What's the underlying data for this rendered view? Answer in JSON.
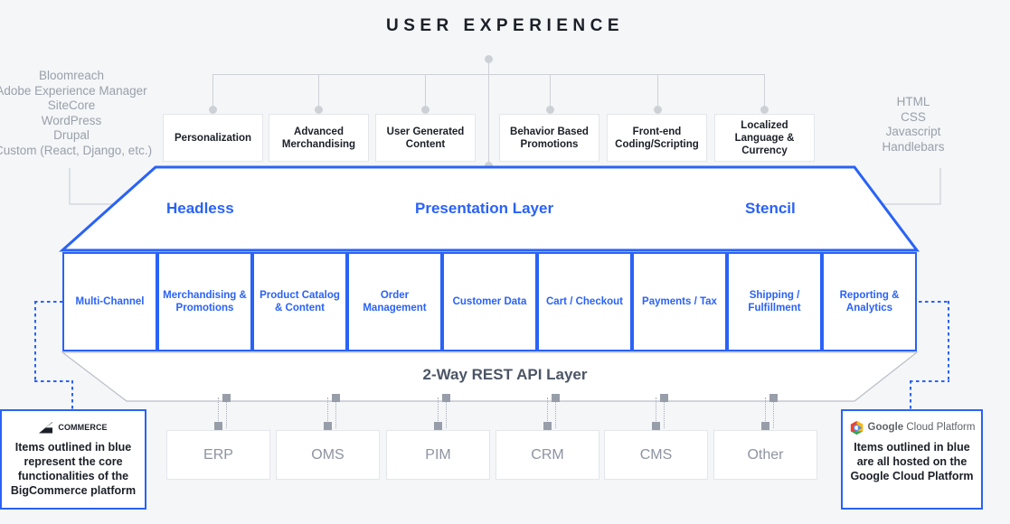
{
  "title": "USER EXPERIENCE",
  "left_labels": [
    "Bloomreach",
    "Adobe Experience Manager",
    "SiteCore",
    "WordPress",
    "Drupal",
    "Custom (React, Django, etc.)"
  ],
  "right_labels": [
    "HTML",
    "CSS",
    "Javascript",
    "Handlebars"
  ],
  "ux_boxes": [
    {
      "label": "Personalization"
    },
    {
      "label": "Advanced Merchandising"
    },
    {
      "label": "User Generated Content"
    },
    {
      "label": "Behavior Based Promotions"
    },
    {
      "label": "Front-end Coding/Scripting"
    },
    {
      "label": "Localized Language & Currency"
    }
  ],
  "presentation": {
    "left_label": "Headless",
    "center_label": "Presentation Layer",
    "right_label": "Stencil"
  },
  "core_boxes": [
    {
      "label": "Multi-Channel"
    },
    {
      "label": "Merchandising & Promotions"
    },
    {
      "label": "Product Catalog & Content"
    },
    {
      "label": "Order Management"
    },
    {
      "label": "Customer Data"
    },
    {
      "label": "Cart / Checkout"
    },
    {
      "label": "Payments / Tax"
    },
    {
      "label": "Shipping / Fulfillment"
    },
    {
      "label": "Reporting & Analytics"
    }
  ],
  "api_layer": {
    "label": "2-Way REST API Layer"
  },
  "system_boxes": [
    {
      "label": "ERP"
    },
    {
      "label": "OMS"
    },
    {
      "label": "PIM"
    },
    {
      "label": "CRM"
    },
    {
      "label": "CMS"
    },
    {
      "label": "Other"
    }
  ],
  "legend_left": {
    "logo_name": "bigcommerce-logo",
    "logo_text": "COMMERCE",
    "text": "Items outlined in blue represent the core functionalities of the BigCommerce platform"
  },
  "legend_right": {
    "logo_name": "google-cloud-platform-logo",
    "logo_text_bold": "Google",
    "logo_text_rest": "Cloud Platform",
    "text": "Items outlined in blue are all hosted on the Google Cloud Platform"
  },
  "colors": {
    "accent_blue": "#2962f7",
    "background": "#f4f6f8",
    "gray_line": "#cdd1d6",
    "gray_text": "#8d93a0",
    "dark_text": "#1b1f27"
  }
}
